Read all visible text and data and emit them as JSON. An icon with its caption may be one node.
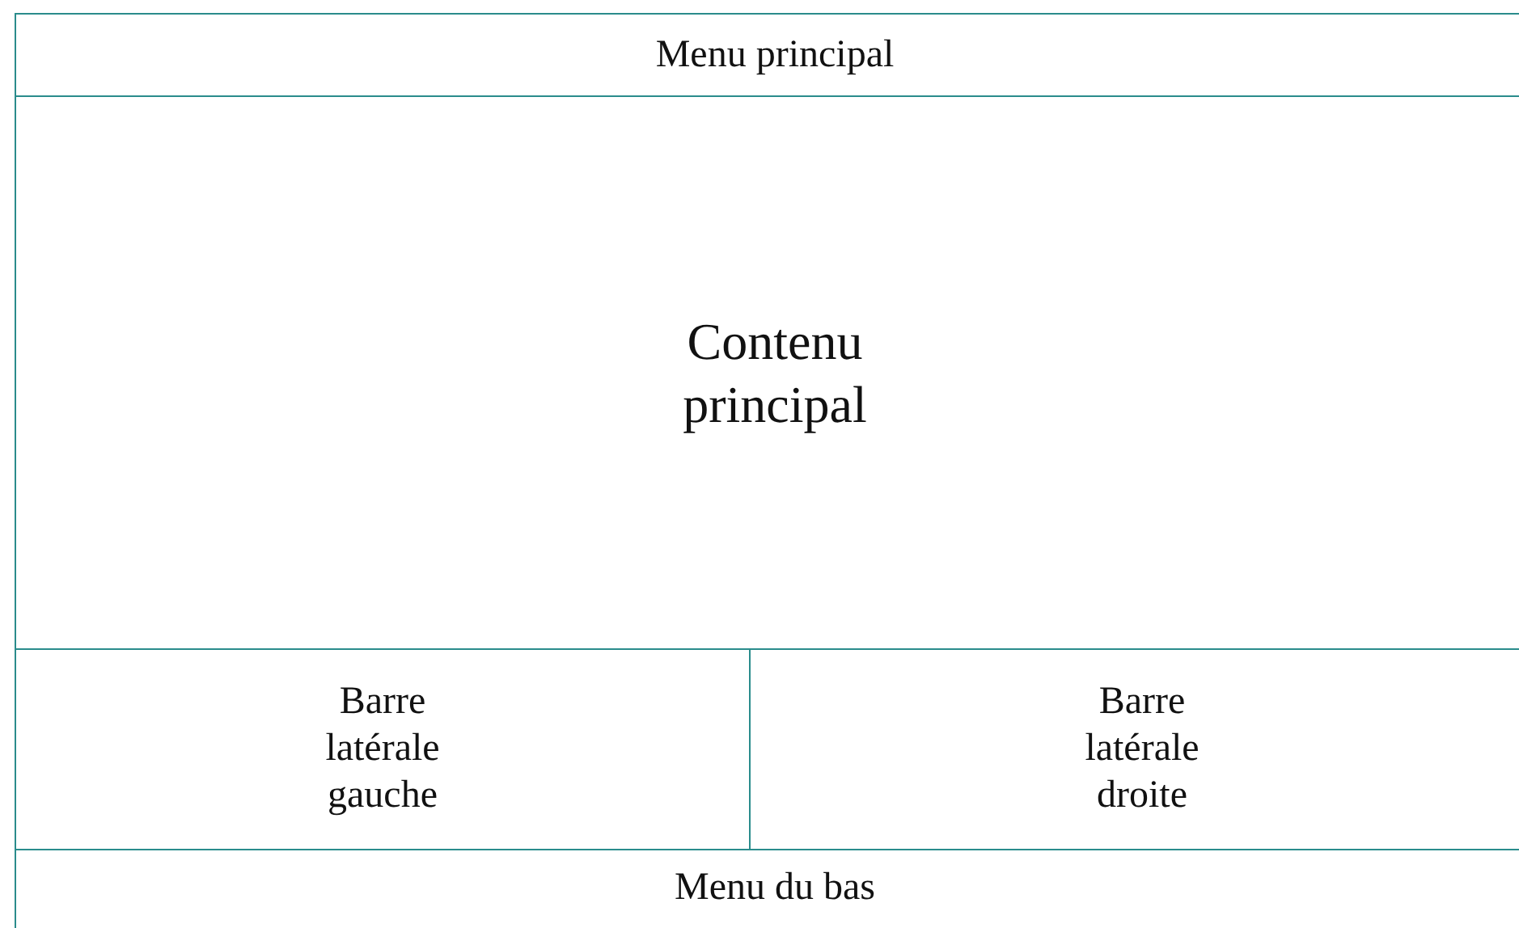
{
  "diagram": {
    "nodes": [
      {
        "text": [
          "Menu principal"
        ]
      },
      {
        "text": [
          "Contenu principal"
        ]
      },
      {
        "text": [
          "Barre latérale gauche"
        ]
      },
      {
        "text": [
          "Barre latérale droite"
        ]
      },
      {
        "text": [
          "Menu du bas"
        ]
      }
    ]
  }
}
